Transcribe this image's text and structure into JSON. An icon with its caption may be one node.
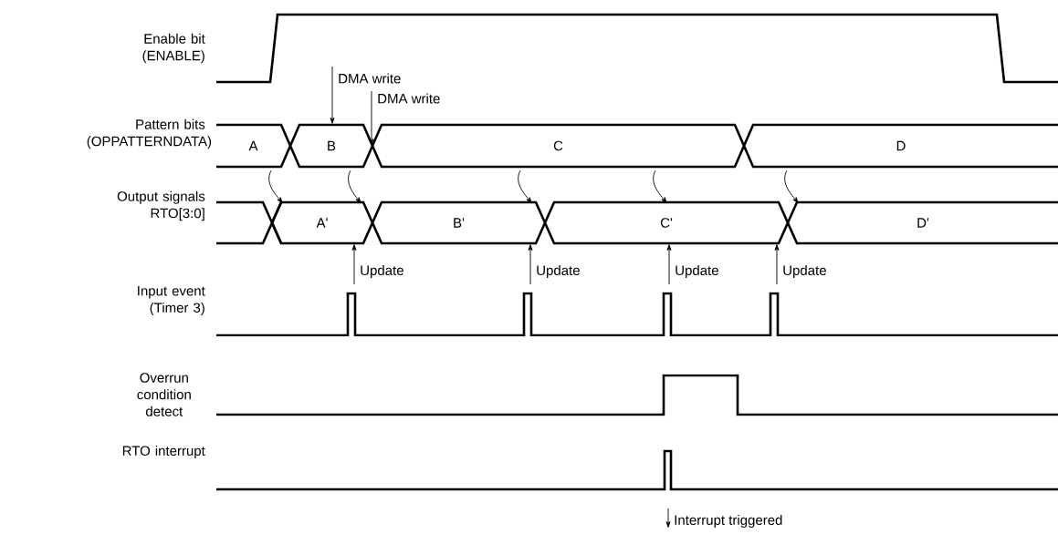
{
  "diagram": {
    "nodes": [
      {
        "text": [
          "A"
        ]
      },
      {
        "text": [
          "B"
        ]
      },
      {
        "text": [
          "C"
        ]
      },
      {
        "text": [
          "D"
        ]
      },
      {
        "text": [
          "A'"
        ]
      },
      {
        "text": [
          "B'"
        ]
      },
      {
        "text": [
          "C'"
        ]
      },
      {
        "text": [
          "D'"
        ]
      },
      {
        "text": [
          "DMA write"
        ]
      },
      {
        "text": [
          "DMA write"
        ]
      },
      {
        "text": [
          "Update"
        ]
      },
      {
        "text": [
          "Update"
        ]
      },
      {
        "text": [
          "Update"
        ]
      },
      {
        "text": [
          "Update"
        ]
      },
      {
        "text": [
          "Interrupt triggered"
        ]
      }
    ],
    "edges": [
      {
        "from": 0,
        "to": 4,
        "arrow": "to"
      },
      {
        "from": 1,
        "to": 5,
        "arrow": "to"
      },
      {
        "from": 2,
        "to": 6,
        "arrow": "to"
      },
      {
        "from": 2,
        "to": 6,
        "arrow": "to"
      },
      {
        "from": 3,
        "to": 7,
        "arrow": "to"
      },
      {
        "from": 8,
        "to": 1,
        "arrow": "to"
      },
      {
        "from": 9,
        "to": 1,
        "arrow": "to"
      },
      {
        "from": 10,
        "to": 4,
        "arrow": "to"
      },
      {
        "from": 11,
        "to": 5,
        "arrow": "to"
      },
      {
        "from": 12,
        "to": 6,
        "arrow": "to"
      },
      {
        "from": 13,
        "to": 6,
        "arrow": "to"
      },
      {
        "from": null,
        "to": 14,
        "arrow": "to"
      }
    ],
    "labels": [
      "Enable bit (ENABLE)",
      "Pattern bits (OPPATTERNDATA)",
      "Output signals RTO[3:0]",
      "Input event (Timer 3)",
      "Overrun condition detect",
      "RTO interrupt"
    ]
  }
}
